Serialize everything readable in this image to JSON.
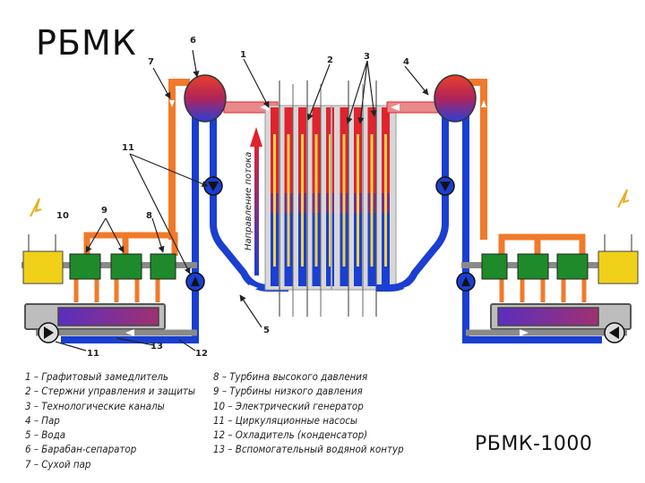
{
  "title": "РБМК",
  "subtitle": "РБМК-1000",
  "flow_label": "Направление потока",
  "colors": {
    "steam": "#f07a2a",
    "water": "#1a3fd1",
    "hot": "#e0232e",
    "turbine": "#1f8a2a",
    "generator": "#f1d019",
    "condenser": "#7a3fa8",
    "fuel": "#f0d24a",
    "graphite": "#d7d7d7"
  },
  "callouts": [
    "1",
    "2",
    "3",
    "4",
    "5",
    "6",
    "7",
    "8",
    "9",
    "10",
    "11",
    "12",
    "13"
  ],
  "legend_left": [
    "1 – Графитовый замедлитель",
    "2 – Стержни управления и защиты",
    "3  – Технологические каналы",
    "4 – Пар",
    "5 – Вода",
    "6 – Барабан-сепаратор",
    "7 – Сухой пар"
  ],
  "legend_right": [
    "8 – Турбина высокого давления",
    "9 – Турбины низкого давления",
    "10 – Электрический генератор",
    "11 – Циркуляционные насосы",
    "12 – Охладитель (конденсатор)",
    "13  – Вспомогательный водяной контур"
  ]
}
